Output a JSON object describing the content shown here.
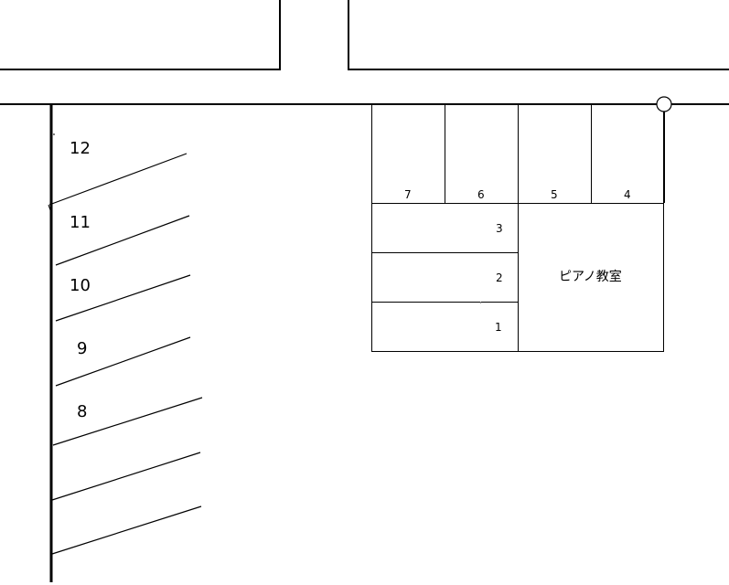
{
  "map": {
    "title": "",
    "buildings_top": [
      {
        "name": "building-top-left"
      },
      {
        "name": "building-top-right"
      }
    ],
    "utility_pole": {
      "shape": "circle",
      "color": "#ffffff",
      "stroke": "#000000"
    },
    "diagonal_spaces": {
      "labels": [
        "12",
        "11",
        "10",
        "9",
        "8"
      ]
    },
    "top_row_spaces": {
      "labels": [
        "7",
        "6",
        "5",
        "4"
      ]
    },
    "stacked_spaces": {
      "labels": [
        "3",
        "2",
        "1"
      ]
    },
    "piano_room": {
      "label": "ピアノ教室"
    }
  },
  "colors": {
    "line": "#000000",
    "background": "#ffffff"
  }
}
